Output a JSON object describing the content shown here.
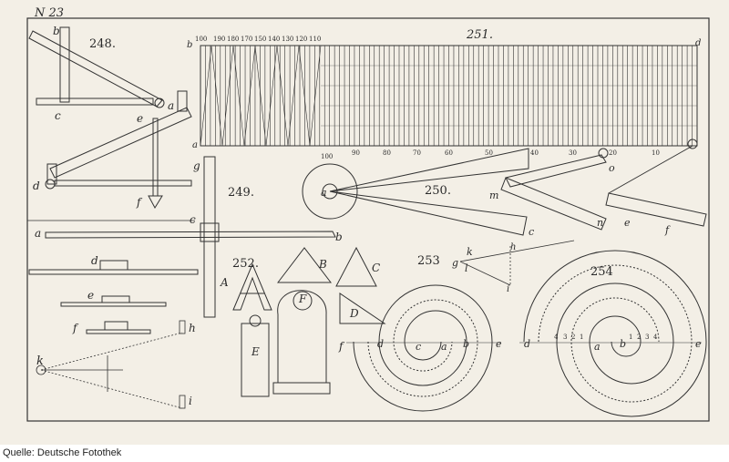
{
  "plate": {
    "plate_number": "N 23",
    "figure_numbers": [
      "248.",
      "249.",
      "250.",
      "251.",
      "252.",
      "253",
      "254"
    ],
    "letters": {
      "f248": [
        "b",
        "c",
        "a",
        "e",
        "d",
        "f"
      ],
      "f249": [
        "g",
        "a",
        "c",
        "b"
      ],
      "f250": [
        "a",
        "m",
        "n",
        "e",
        "c",
        "o",
        "f"
      ],
      "f251": [
        "b",
        "a",
        "d"
      ],
      "f251_scale": [
        "100",
        "90",
        "80",
        "70",
        "60",
        "50",
        "40",
        "30",
        "20",
        "10"
      ],
      "f251_top_scale": [
        "100",
        "190",
        "180",
        "170",
        "150",
        "140",
        "130",
        "120",
        "110"
      ],
      "f252": [
        "A",
        "B",
        "C",
        "D",
        "E",
        "F"
      ],
      "level": [
        "d",
        "e",
        "f",
        "k",
        "h",
        "i"
      ],
      "f253": [
        "k",
        "g",
        "l",
        "h",
        "i"
      ],
      "spiral1": [
        "f",
        "d",
        "c",
        "a",
        "b",
        "e"
      ],
      "spiral2": [
        "d",
        "4",
        "3",
        "2",
        "1",
        "a",
        "b",
        "1",
        "2",
        "3",
        "4",
        "e"
      ]
    }
  },
  "credit": "Quelle: Deutsche Fotothek"
}
